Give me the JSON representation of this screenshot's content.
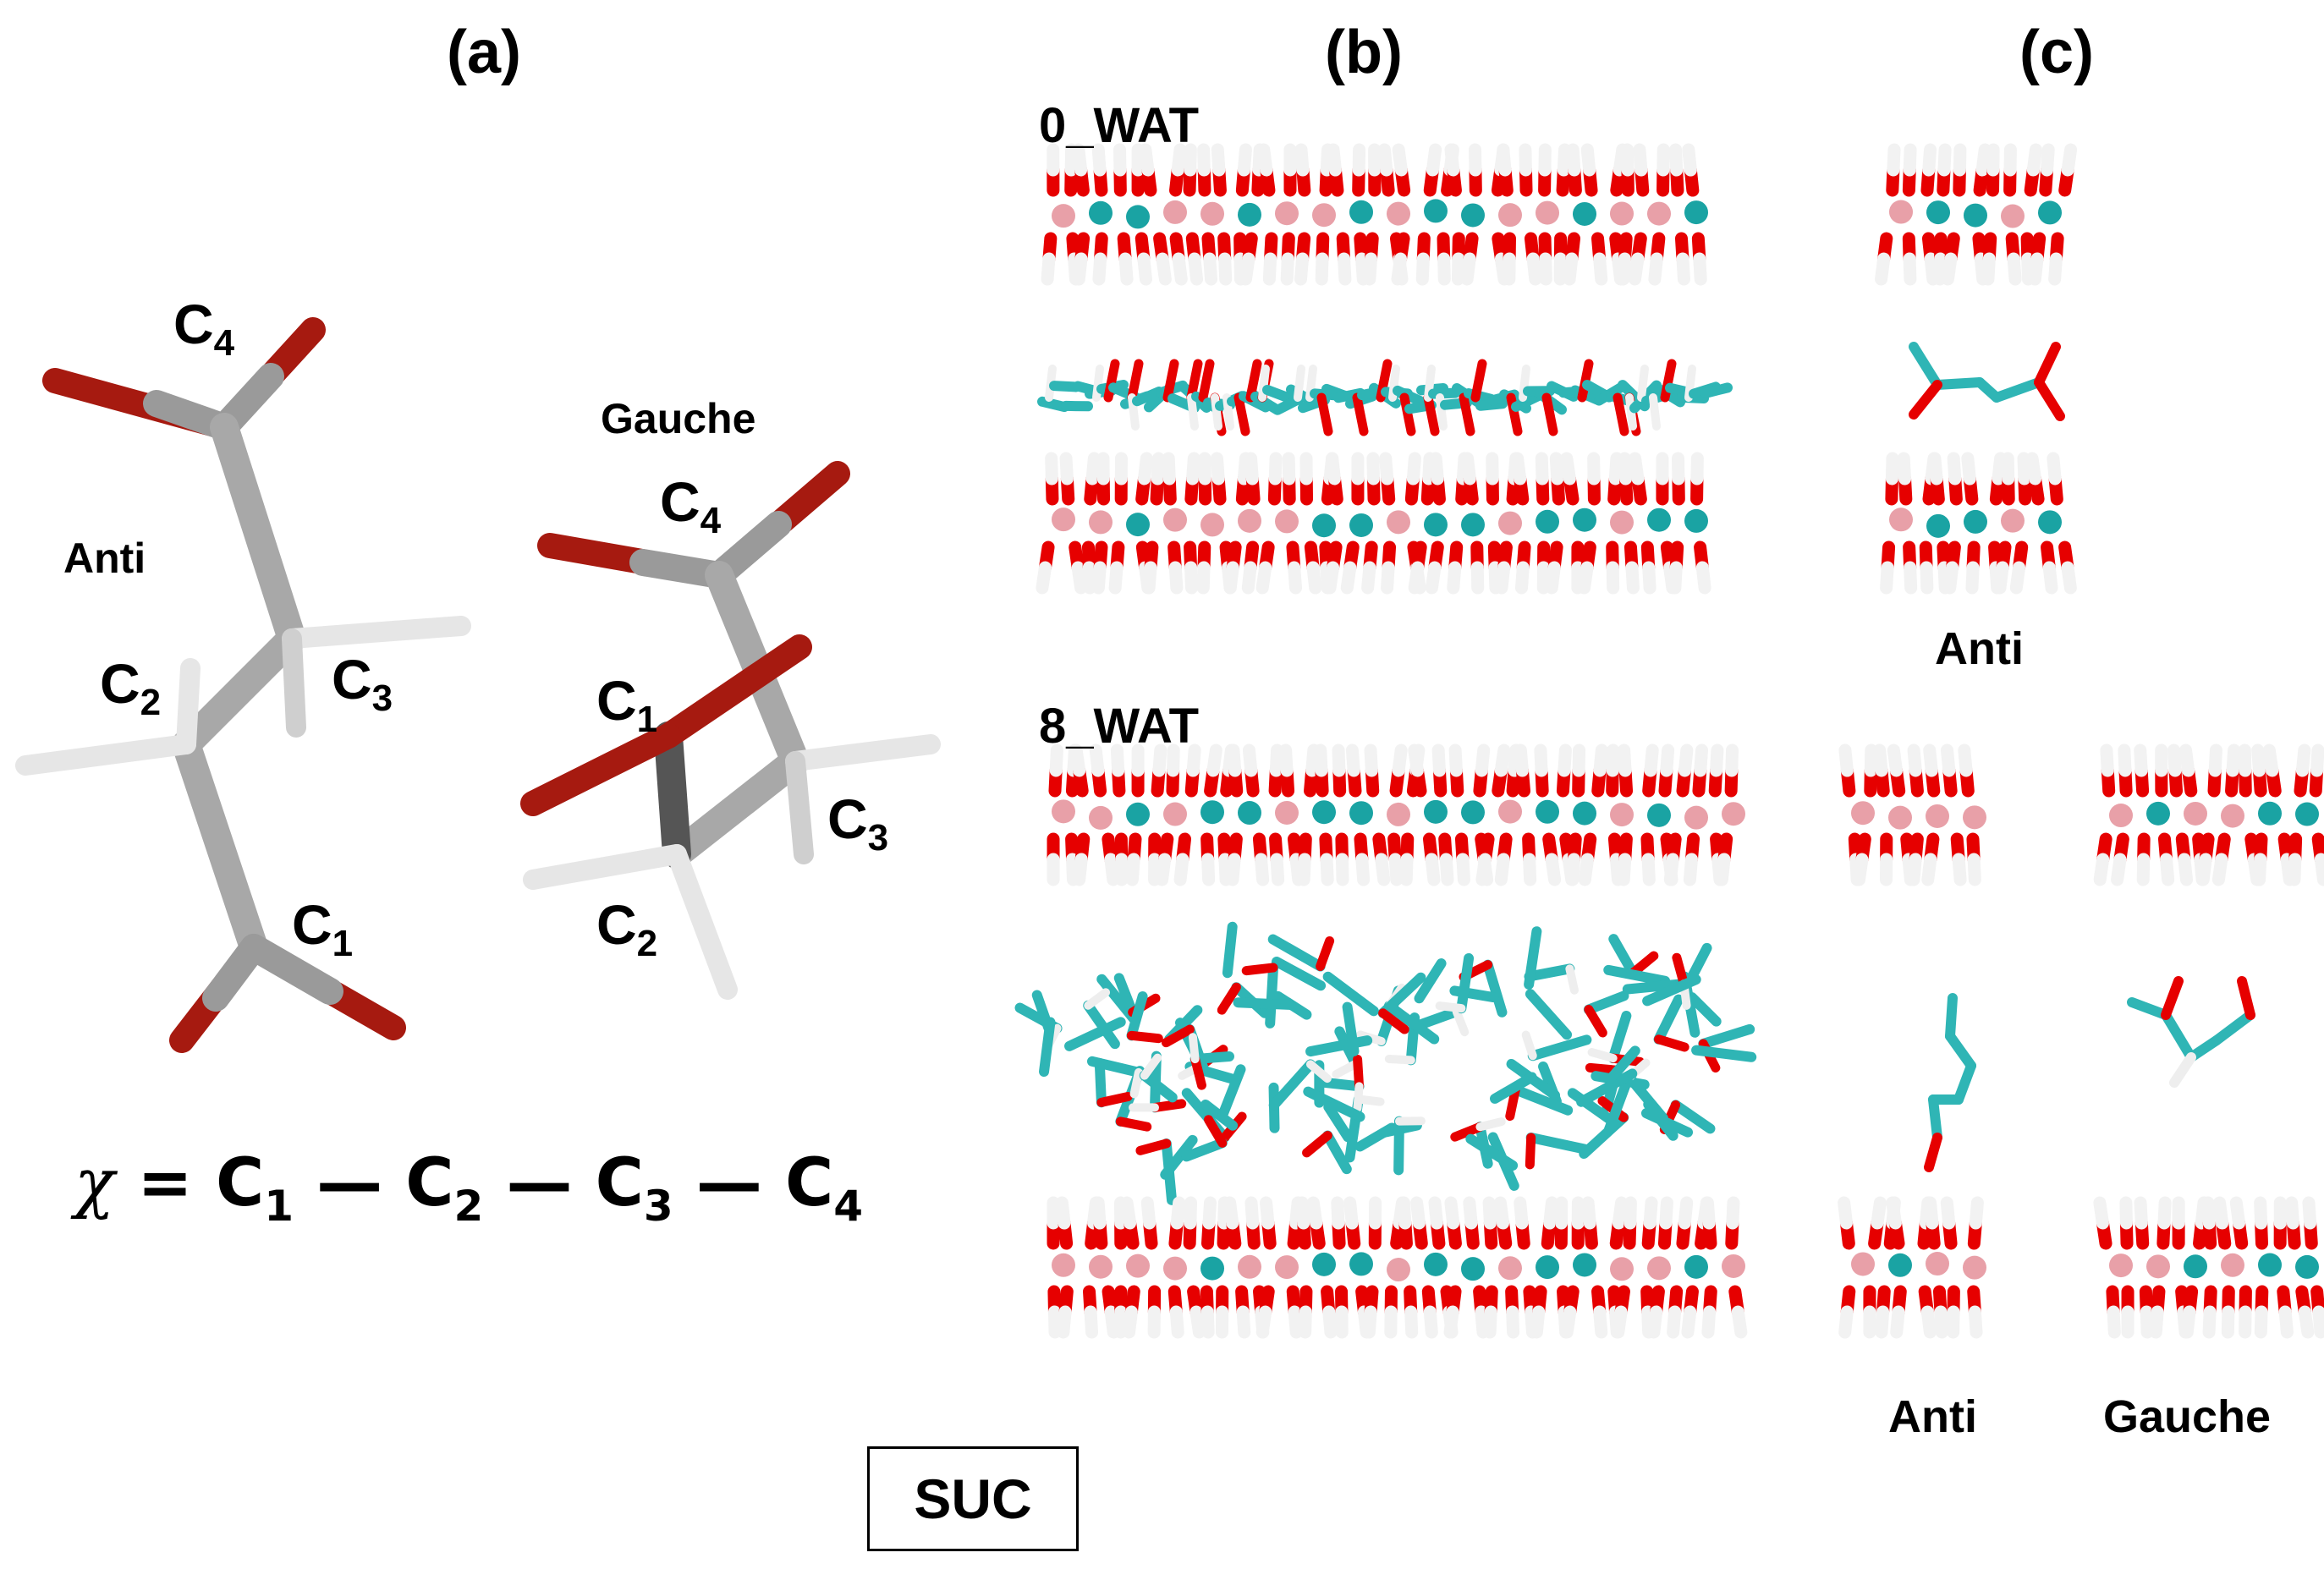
{
  "panels": {
    "a": {
      "letter": "(a)",
      "anti_label": "Anti",
      "gauche_label": "Gauche",
      "anti_atoms": [
        "C",
        "4",
        "C",
        "2",
        "C",
        "3",
        "C",
        "1"
      ],
      "gauche_atoms": [
        "C",
        "4",
        "C",
        "1",
        "C",
        "3",
        "C",
        "2"
      ],
      "equation": {
        "symbol": "χ",
        "equals": "=",
        "terms": [
          {
            "base": "C",
            "sub": "1"
          },
          {
            "base": "C",
            "sub": "2"
          },
          {
            "base": "C",
            "sub": "3"
          },
          {
            "base": "C",
            "sub": "4"
          }
        ],
        "dash": "—"
      }
    },
    "b": {
      "letter": "(b)",
      "top_label": "0_WAT",
      "bottom_label": "8_WAT"
    },
    "c": {
      "letter": "(c)",
      "top_anti_label": "Anti",
      "bottom_anti_label": "Anti",
      "bottom_gauche_label": "Gauche"
    }
  },
  "compound": "SUC",
  "colors": {
    "carbon_stick": "#a6a6a6",
    "hydrogen": "#ffffff",
    "oxygen_dark": "#a61a10",
    "oxygen": "#e60000",
    "teal_carbon": "#2fb5b5",
    "ion_teal": "#1aa3a3",
    "ion_pink": "#e8a0a8"
  }
}
